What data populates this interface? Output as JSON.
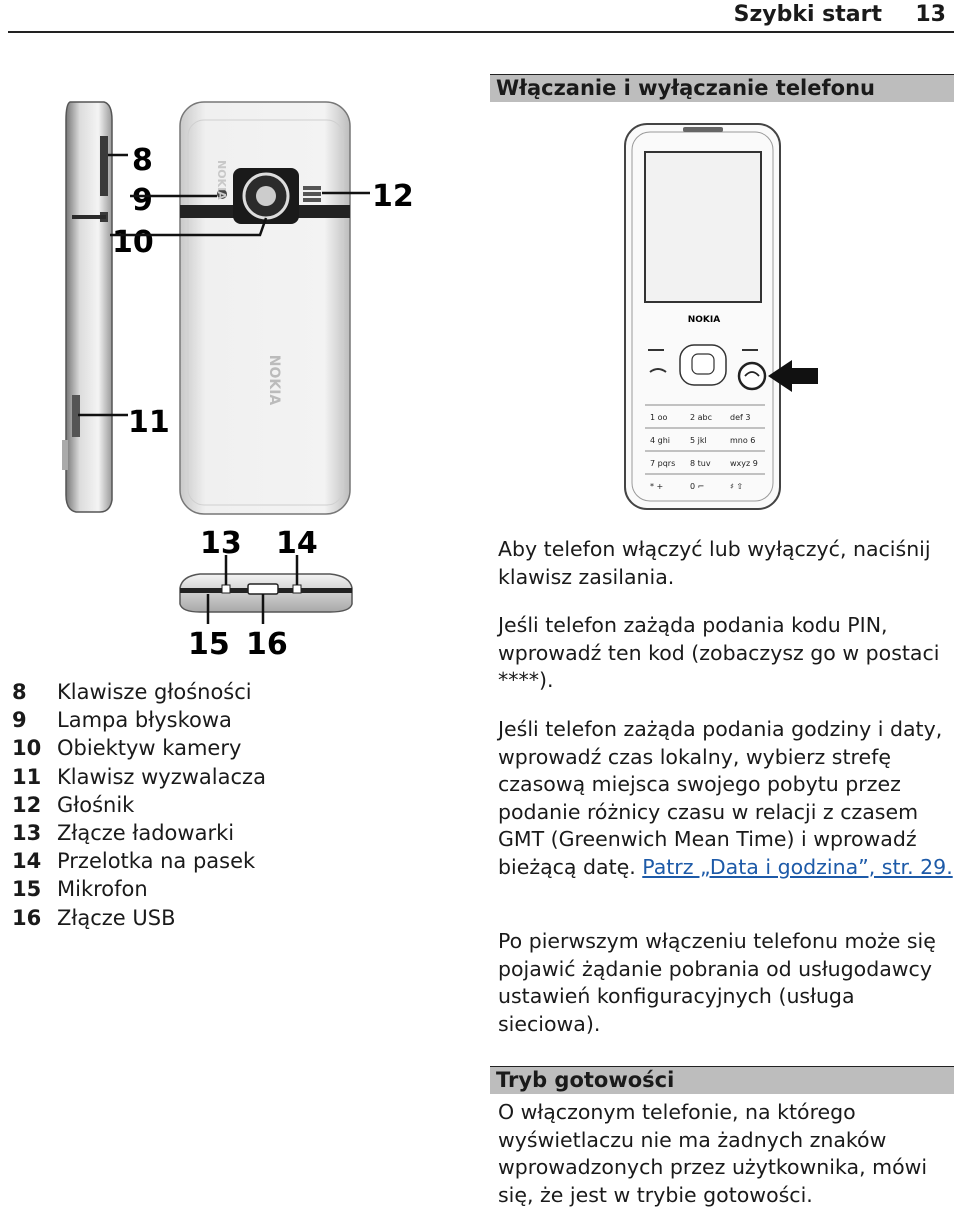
{
  "header": {
    "title": "Szybki start",
    "page_number": "13"
  },
  "section1": {
    "title": "Włączanie i wyłączanie telefonu",
    "paragraph1": "Aby telefon włączyć lub wyłączyć, naciśnij klawisz zasilania.",
    "paragraph2": "Jeśli telefon zażąda podania kodu PIN, wprowadź ten kod (zobaczysz go w postaci ****).",
    "paragraph3_text": "Jeśli telefon zażąda podania godziny i daty, wprowadź czas lokalny, wybierz strefę czasową miejsca swojego pobytu przez podanie różnicy czasu w relacji z czasem GMT (Greenwich Mean Time) i wprowadź bieżącą datę. ",
    "paragraph3_link": "Patrz „Data i godzina”, str. 29.",
    "paragraph4": "Po pierwszym włączeniu telefonu może się pojawić żądanie pobrania od usługodawcy ustawień konfiguracyjnych (usługa sieciowa)."
  },
  "section2": {
    "title": "Tryb gotowości",
    "paragraph1": "O włączonym telefonie, na którego wyświetlaczu nie ma żadnych znaków wprowadzonych przez użytkownika, mówi się, że jest w trybie gotowości."
  },
  "figure": {
    "callouts": [
      "8",
      "9",
      "10",
      "11",
      "12",
      "13",
      "14",
      "15",
      "16"
    ],
    "brand": "NOKIA",
    "keypad": [
      "1 oo",
      "2 abc",
      "def 3",
      "4 ghi",
      "5 jkl",
      "mno 6",
      "7 pqrs",
      "8 tuv",
      "wxyz 9",
      "* +",
      "0 ⌐",
      "♯ ⇧"
    ]
  },
  "legend": [
    {
      "num": "8",
      "label": "Klawisze głośności"
    },
    {
      "num": "9",
      "label": "Lampa błyskowa"
    },
    {
      "num": "10",
      "label": "Obiektyw kamery"
    },
    {
      "num": "11",
      "label": "Klawisz wyzwalacza"
    },
    {
      "num": "12",
      "label": "Głośnik"
    },
    {
      "num": "13",
      "label": "Złącze ładowarki"
    },
    {
      "num": "14",
      "label": "Przelotka na pasek"
    },
    {
      "num": "15",
      "label": "Mikrofon"
    },
    {
      "num": "16",
      "label": "Złącze USB"
    }
  ]
}
